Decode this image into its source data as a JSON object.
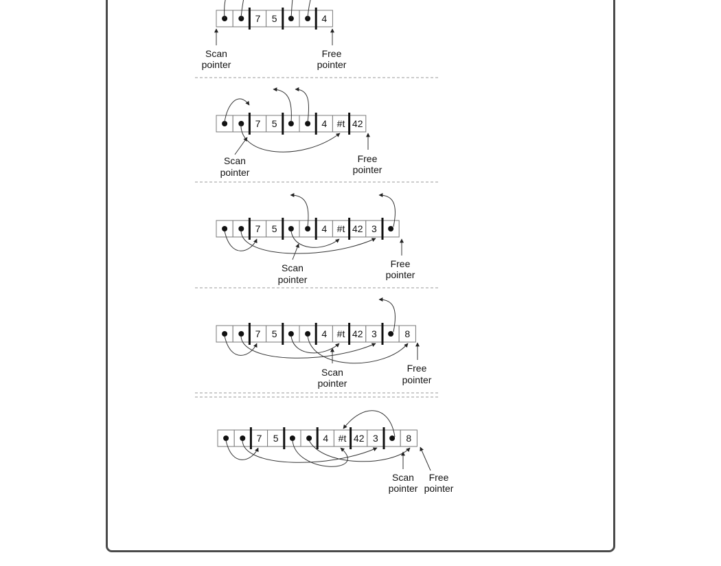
{
  "diagram": {
    "title": "",
    "colors": {
      "stroke": "#333333",
      "separator": "#999999",
      "text": "#111111",
      "frame": "#4a4a4a"
    },
    "pointer_labels": {
      "scan": [
        "Scan",
        "pointer"
      ],
      "free": [
        "Free",
        "pointer"
      ]
    },
    "panels": [
      {
        "cells": [
          "•",
          "•",
          "7",
          "5",
          "•",
          "•",
          "4"
        ]
      },
      {
        "cells": [
          "•",
          "•",
          "7",
          "5",
          "•",
          "•",
          "4",
          "#t",
          "42"
        ]
      },
      {
        "cells": [
          "•",
          "•",
          "7",
          "5",
          "•",
          "•",
          "4",
          "#t",
          "42",
          "3",
          "•"
        ]
      },
      {
        "cells": [
          "•",
          "•",
          "7",
          "5",
          "•",
          "•",
          "4",
          "#t",
          "42",
          "3",
          "•",
          "8"
        ]
      },
      {
        "cells": [
          "•",
          "•",
          "7",
          "5",
          "•",
          "•",
          "4",
          "#t",
          "42",
          "3",
          "•",
          "8"
        ]
      }
    ]
  }
}
